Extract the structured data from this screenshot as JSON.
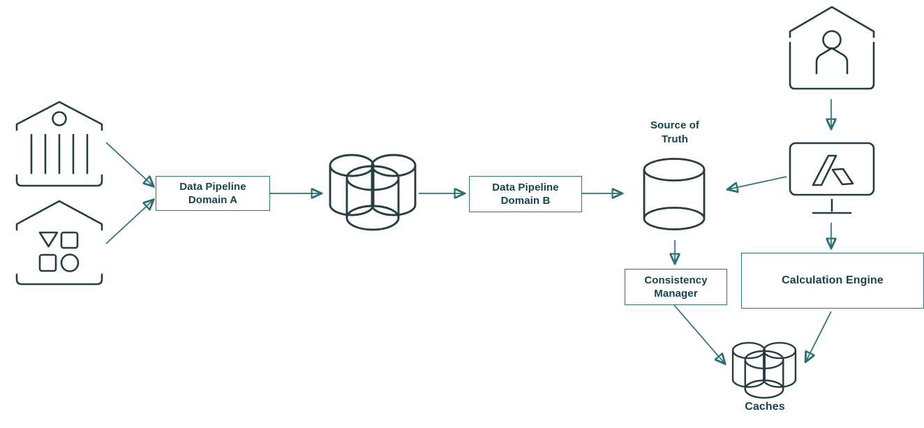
{
  "colors": {
    "background": "#ffffff",
    "icon_stroke": "#263e41",
    "arrow": "#2a7075",
    "box_border": "#2e7477",
    "box_fill": "#ffffff",
    "label_text": "#14454a"
  },
  "nodes": {
    "bank_source": {
      "icon": "bank-building-icon"
    },
    "shapes_source": {
      "icon": "shapes-warehouse-icon"
    },
    "pipeline_a": {
      "label": "Data Pipeline\nDomain A"
    },
    "db_cluster": {
      "icon": "database-cluster-icon"
    },
    "pipeline_b": {
      "label": "Data Pipeline\nDomain B"
    },
    "source_of_truth": {
      "label": "Source of\nTruth",
      "icon": "database-cylinder-icon"
    },
    "user_home": {
      "icon": "house-user-icon"
    },
    "app_monitor": {
      "icon": "monitor-logo-icon"
    },
    "consistency_manager": {
      "label": "Consistency\nManager"
    },
    "calculation_engine": {
      "label": "Calculation Engine"
    },
    "caches": {
      "label": "Caches",
      "icon": "cache-cluster-icon"
    }
  },
  "edges": [
    {
      "from": "bank_source",
      "to": "pipeline_a"
    },
    {
      "from": "shapes_source",
      "to": "pipeline_a"
    },
    {
      "from": "pipeline_a",
      "to": "db_cluster"
    },
    {
      "from": "db_cluster",
      "to": "pipeline_b"
    },
    {
      "from": "pipeline_b",
      "to": "source_of_truth"
    },
    {
      "from": "user_home",
      "to": "app_monitor"
    },
    {
      "from": "app_monitor",
      "to": "source_of_truth"
    },
    {
      "from": "app_monitor",
      "to": "calculation_engine"
    },
    {
      "from": "source_of_truth",
      "to": "consistency_manager"
    },
    {
      "from": "consistency_manager",
      "to": "caches"
    },
    {
      "from": "calculation_engine",
      "to": "caches"
    }
  ]
}
